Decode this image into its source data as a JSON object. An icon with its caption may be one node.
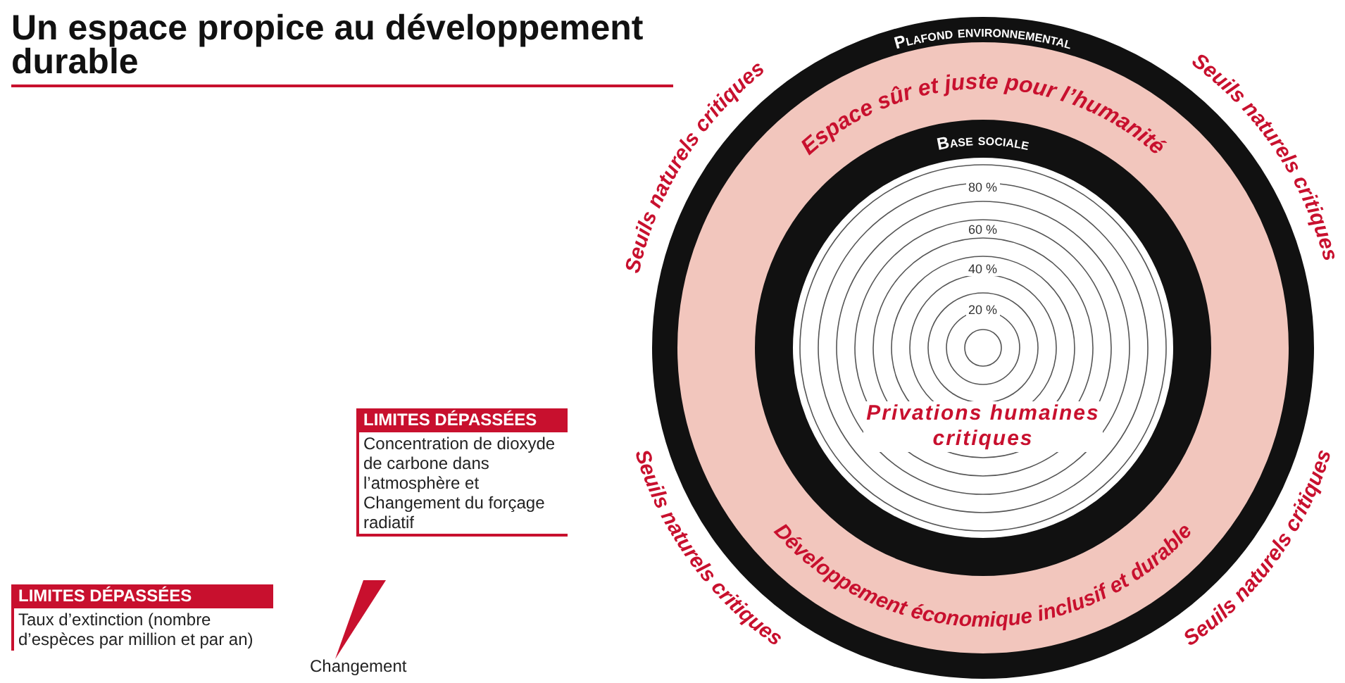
{
  "diagram": {
    "title": "Un espace propice au développement durable",
    "nodes": [
      {
        "text": [
          "LIMITES DÉPASSÉES",
          "Concentration de dioxyde de carbone dans l’atmosphère et Changement du forçage radiatif"
        ]
      },
      {
        "text": [
          "LIMITES DÉPASSÉES",
          "Taux d’extinction (nombre d’espèces par million et par an)"
        ]
      }
    ],
    "labels": [
      "Seuils naturels critiques",
      "Plafond environnemental",
      "Seuils naturels critiques",
      "Espace sûr et juste pour l’humanité",
      "Base sociale",
      "80 %",
      "60 %",
      "40 %",
      "20 %",
      "Privations humaines critiques",
      "Seuils naturels critiques",
      "Développement économique inclusif et durable",
      "Seuils naturels critiques",
      "Changement"
    ]
  }
}
